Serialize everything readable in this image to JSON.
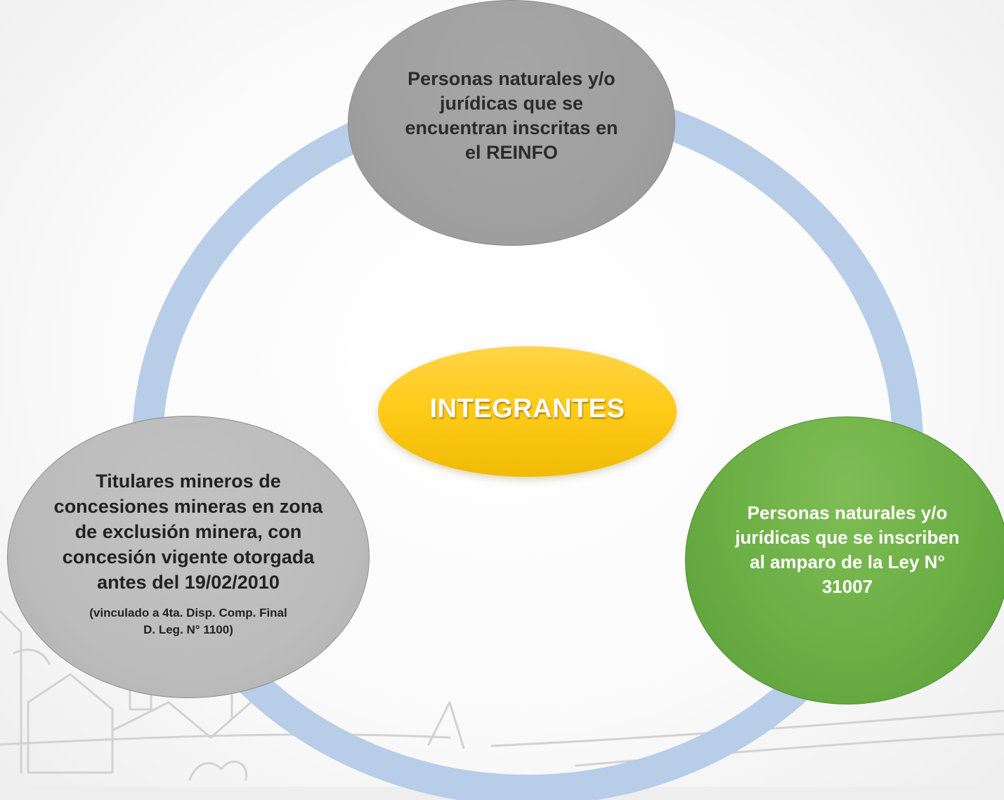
{
  "diagram": {
    "center": {
      "label": "INTEGRANTES"
    },
    "nodes": {
      "top": {
        "text": "Personas naturales y/o jurídicas que se encuentran inscritas en el REINFO"
      },
      "right": {
        "text": "Personas naturales y/o jurídicas que se inscriben al amparo de la Ley N° 31007"
      },
      "left": {
        "text": "Titulares mineros de concesiones mineras en zona de exclusión minera, con concesión vigente otorgada antes del 19/02/2010",
        "note": "(vinculado a 4ta.  Disp. Comp. Final D. Leg. N° 1100)"
      }
    },
    "colors": {
      "ring": "#b7cde8",
      "top_node": "#a3a3a3",
      "center_node": "#ffc914",
      "right_node": "#6aae44",
      "left_node": "#bdbdbd"
    }
  }
}
